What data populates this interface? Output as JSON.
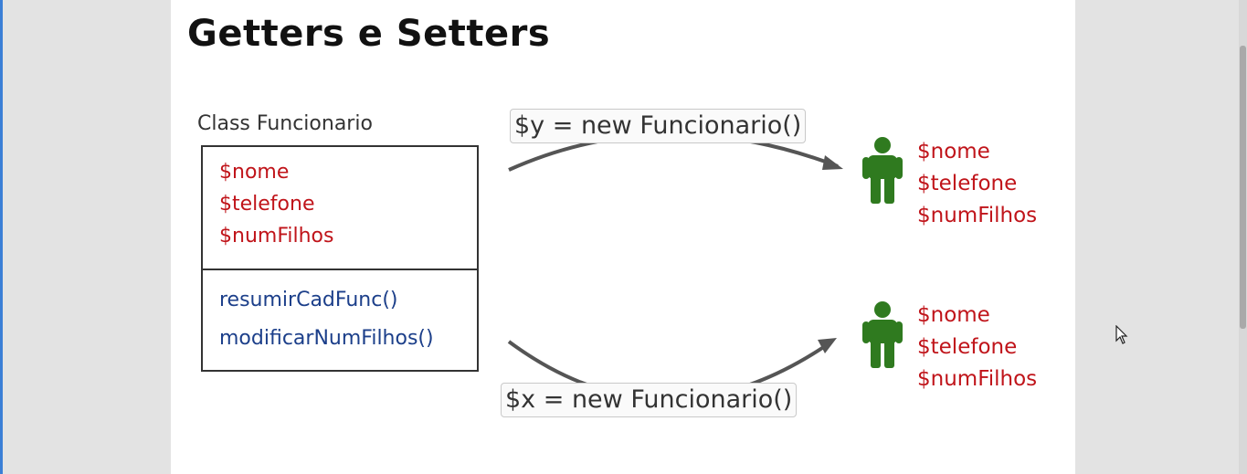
{
  "slide": {
    "title": "Getters e Setters",
    "class_label": "Class Funcionario",
    "attributes": [
      "$nome",
      "$telefone",
      "$numFilhos"
    ],
    "methods": [
      "resumirCadFunc()",
      "modificarNumFilhos()"
    ],
    "instance_y_code": "$y = new Funcionario()",
    "instance_x_code": "$x = new Funcionario()",
    "object_y_attributes": [
      "$nome",
      "$telefone",
      "$numFilhos"
    ],
    "object_x_attributes": [
      "$nome",
      "$telefone",
      "$numFilhos"
    ]
  },
  "icons": {
    "person": "person-icon",
    "arrow": "curved-arrow-icon",
    "cursor": "mouse-pointer-icon"
  },
  "colors": {
    "attribute": "#c0141a",
    "method": "#1c3f8a",
    "person": "#2f7a1f"
  }
}
